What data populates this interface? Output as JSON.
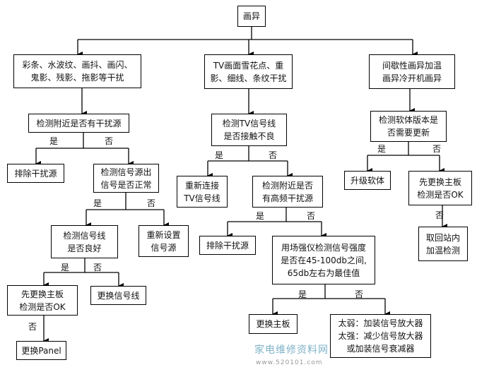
{
  "root": "画异",
  "left": {
    "symptom": [
      "彩条、水波纹、画抖、画闪、",
      "鬼影、残影、拖影等干扰"
    ],
    "check_interference": "检测附近是否有干扰源",
    "remove_interference": "排除干扰源",
    "check_source": [
      "检测信号源出",
      "信号是否正常"
    ],
    "check_cable": [
      "检测信号线",
      "是否良好"
    ],
    "reset_source": [
      "重新设置",
      "信号源"
    ],
    "replace_board": [
      "先更换主板",
      "检测是否OK"
    ],
    "replace_cable": "更换信号线",
    "replace_panel": "更换Panel"
  },
  "middle": {
    "symptom": [
      "TV画面雪花点、重",
      "影、细线、条纹干扰"
    ],
    "check_tv_cable": [
      "检测TV信号线",
      "是否接触不良"
    ],
    "reconnect": [
      "重新连接",
      "TV信号线"
    ],
    "check_hf": [
      "检测附近是否",
      "有高频干扰源"
    ],
    "remove_interference": "排除干扰源",
    "measure": [
      "用场强仪检测信号强度",
      "是否在45-100db之间,",
      "65db左右为最佳值"
    ],
    "replace_board": "更换主板",
    "adjust": [
      "太弱：加装信号放大器",
      "太强：减少信号放大器",
      "或加装信号衰减器"
    ]
  },
  "right": {
    "symptom": [
      "间歇性画异加温",
      "画异冷开机画异"
    ],
    "check_software": [
      "检测软体版本是",
      "否需要更新"
    ],
    "upgrade": "升级软体",
    "replace_board": [
      "先更换主板",
      "检测是否OK"
    ],
    "return": [
      "取回站内",
      "加温检测"
    ]
  },
  "labels": {
    "yes": "是",
    "no": "否"
  },
  "watermark": {
    "name": "家电维修资料网",
    "url": "www.520101.com"
  }
}
